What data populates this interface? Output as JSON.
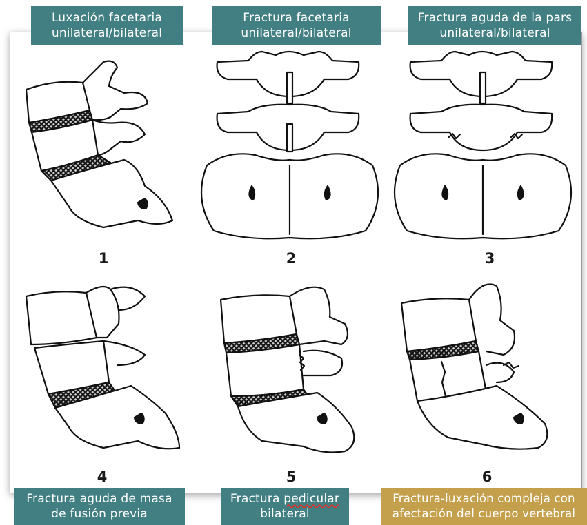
{
  "labels": {
    "top_left": [
      "Luxación facetaria",
      "unilateral/bilateral"
    ],
    "top_center": [
      "Fractura facetaria",
      "unilateral/bilateral"
    ],
    "top_right": [
      "Fractura aguda de la pars",
      "unilateral/bilateral"
    ],
    "bottom_left": [
      "Fractura aguda de masa",
      "de fusión previa"
    ],
    "bottom_center_a": "Fractura ",
    "bottom_center_b": "pedicular",
    "bottom_center_c": "bilateral",
    "bottom_right": [
      "Fractura-luxación compleja con",
      "afectación del cuerpo vertebral"
    ]
  },
  "numbers": [
    "1",
    "2",
    "3",
    "4",
    "5",
    "6"
  ],
  "colors": {
    "teal": "#417f82",
    "gold": "#c5a04c",
    "frame": "#9a9a9a"
  }
}
